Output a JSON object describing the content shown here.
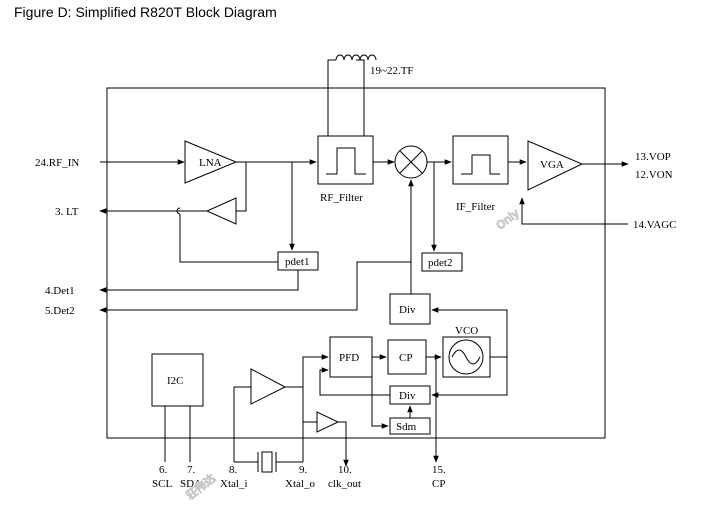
{
  "title": "Figure D: Simplified R820T Block Diagram",
  "watermark": {
    "latin": "Only",
    "cjk": "荘伟达"
  },
  "blocks": {
    "lna": "LNA",
    "rf_filter": "RF_Filter",
    "if_filter": "IF_Filter",
    "vga": "VGA",
    "pdet1": "pdet1",
    "pdet2": "pdet2",
    "div_top": "Div",
    "div_bottom": "Div",
    "pfd": "PFD",
    "cp": "CP",
    "vco": "VCO",
    "sdm": "Sdm",
    "i2c": "I2C"
  },
  "pins": {
    "rf_in": "24.RF_IN",
    "lt": "3. LT",
    "det1": "4.Det1",
    "det2": "5.Det2",
    "tf": "19~22.TF",
    "vop": "13.VOP",
    "von": "12.VON",
    "vagc": "14.VAGC",
    "scl_num": "6.",
    "scl": "SCL",
    "sda_num": "7.",
    "sda": "SDA",
    "xtal_i_num": "8.",
    "xtal_i": "Xtal_i",
    "xtal_o_num": "9.",
    "xtal_o": "Xtal_o",
    "clk_out_num": "10.",
    "clk_out": "clk_out",
    "cp_num": "15.",
    "cp": "CP"
  }
}
